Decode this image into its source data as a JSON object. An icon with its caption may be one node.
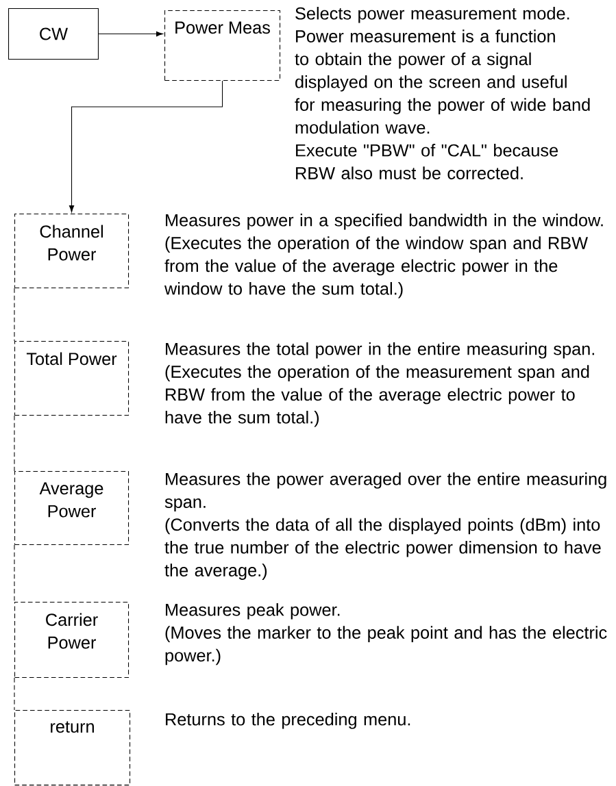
{
  "diagram": {
    "nodes": [
      {
        "text": [
          "CW"
        ]
      },
      {
        "text": [
          "Power Meas"
        ],
        "beside": [
          "Selects power measurement mode.",
          "Power measurement is a function to obtain the power of a signal displayed on the screen and useful for measuring the power of wide band modulation wave.",
          "Execute \"PBW\" of \"CAL\" because RBW also must be corrected."
        ]
      },
      {
        "text": [
          "Channel Power"
        ],
        "beside": [
          "Measures power in a specified bandwidth in the window.",
          "(Executes the operation of the window span and RBW from the value of the average electric power in the window to have the sum total.)"
        ]
      },
      {
        "text": [
          "Total Power"
        ],
        "beside": [
          "Measures the total power in the entire measuring span.",
          "(Executes the operation of the measurement span and RBW from the value of the average electric power to have the sum total.)"
        ]
      },
      {
        "text": [
          "Average Power"
        ],
        "beside": [
          "Measures the power averaged over the entire measuring span.",
          "(Converts the data of all the displayed points (dBm) into the true number of the electric power dimension to have the average.)"
        ]
      },
      {
        "text": [
          "Carrier Power"
        ],
        "beside": [
          "Measures peak power.",
          "(Moves the marker to the peak point and has the electric power.)"
        ]
      },
      {
        "text": [
          "return"
        ],
        "beside": [
          "Returns to the preceding menu."
        ]
      }
    ],
    "edges": [
      {
        "from": 0,
        "to": 1,
        "arrow": "to"
      },
      {
        "from": 1,
        "to": 2,
        "arrow": "to"
      },
      {
        "from": 2,
        "to": 3,
        "arrow": "none",
        "style": "dashed"
      },
      {
        "from": 3,
        "to": 4,
        "arrow": "none",
        "style": "dashed"
      },
      {
        "from": 4,
        "to": 5,
        "arrow": "none",
        "style": "dashed"
      },
      {
        "from": 5,
        "to": 6,
        "arrow": "none",
        "style": "dashed"
      }
    ]
  }
}
